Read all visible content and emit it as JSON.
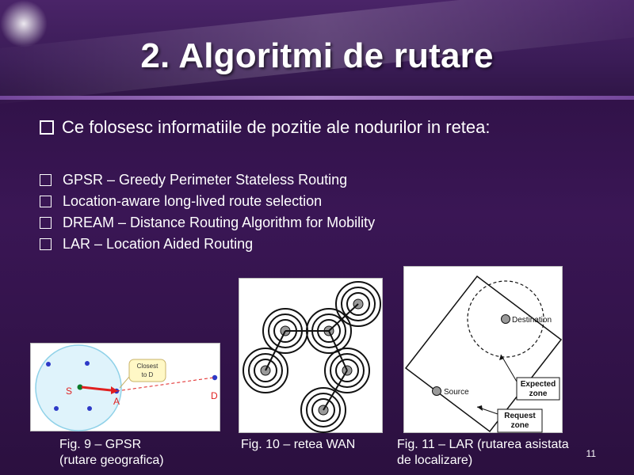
{
  "title": "2. Algoritmi de rutare",
  "lead": "Ce folosesc informatiile de pozitie ale nodurilor in retea:",
  "bullets": [
    "GPSR – Greedy Perimeter Stateless Routing",
    "Location-aware long-lived route selection",
    "DREAM – Distance Routing Algorithm for Mobility",
    "LAR – Location Aided Routing"
  ],
  "fig9": {
    "label_s": "S",
    "label_a": "A",
    "label_d": "D",
    "callout_line1": "Closest",
    "callout_line2": "to D",
    "caption_line1": "Fig. 9 – GPSR",
    "caption_line2": "(rutare geografica)"
  },
  "fig10": {
    "caption": "Fig. 10 – retea WAN"
  },
  "fig11": {
    "label_destination": "Destination",
    "label_source": "Source",
    "label_expected_line1": "Expected",
    "label_expected_line2": "zone",
    "label_request_line1": "Request",
    "label_request_line2": "zone",
    "caption_line1": "Fig. 11 – LAR (rutarea asistata",
    "caption_line2": "de localizare)"
  },
  "page_number": "11",
  "colors": {
    "title": "#ffffff",
    "blue_nodes": "#2d39c7",
    "red_path": "#e02020",
    "green_node": "#0b7a2a",
    "callout_fill": "#fff8c6",
    "callout_stroke": "#c9b36a"
  }
}
